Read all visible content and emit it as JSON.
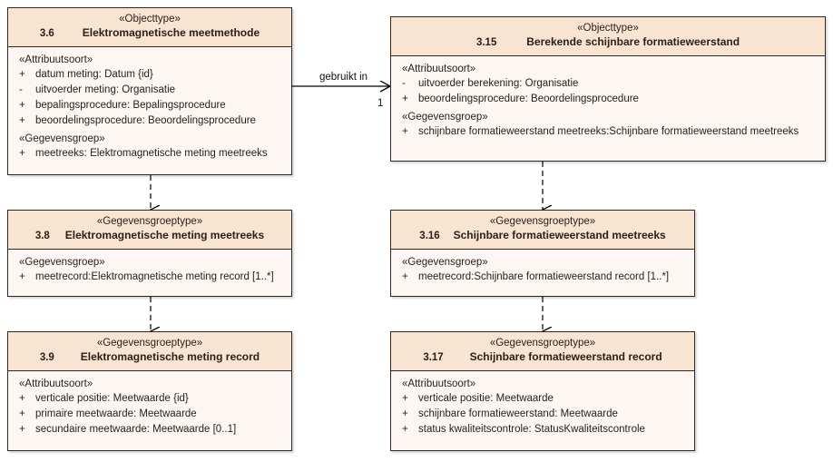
{
  "diagram": {
    "kind": "uml-class-diagram",
    "colors": {
      "header_fill": "#f9e3d1",
      "body_fill": "#fdf6f2",
      "border": "#33261c",
      "text": "#2b2119",
      "edge": "#000000"
    }
  },
  "classes": [
    {
      "id": "c36",
      "stereotype": "«Objecttype»",
      "number": "3.6",
      "name": "Elektromagnetische meetmethode",
      "compartments": [
        {
          "stereotype": "«Attribuutsoort»",
          "features": [
            {
              "visibility": "+",
              "text": "datum meting: Datum {id}"
            },
            {
              "visibility": "-",
              "text": "uitvoerder meting: Organisatie"
            },
            {
              "visibility": "+",
              "text": "bepalingsprocedure: Bepalingsprocedure"
            },
            {
              "visibility": "+",
              "text": "beoordelingsprocedure: Beoordelingsprocedure"
            }
          ]
        },
        {
          "stereotype": "«Gegevensgroep»",
          "features": [
            {
              "visibility": "+",
              "text": "meetreeks: Elektromagnetische meting meetreeks"
            }
          ]
        }
      ]
    },
    {
      "id": "c315",
      "stereotype": "«Objecttype»",
      "number": "3.15",
      "name": "Berekende schijnbare formatieweerstand",
      "compartments": [
        {
          "stereotype": "«Attribuutsoort»",
          "features": [
            {
              "visibility": "-",
              "text": "uitvoerder berekening: Organisatie"
            },
            {
              "visibility": "+",
              "text": "beoordelingsprocedure: Beoordelingsprocedure"
            }
          ]
        },
        {
          "stereotype": "«Gegevensgroep»",
          "features": [
            {
              "visibility": "+",
              "text": "schijnbare formatieweerstand meetreeks:Schijnbare formatieweerstand meetreeks"
            }
          ]
        }
      ]
    },
    {
      "id": "c38",
      "stereotype": "«Gegevensgroeptype»",
      "number": "3.8",
      "name": "Elektromagnetische meting meetreeks",
      "compartments": [
        {
          "stereotype": "«Gegevensgroep»",
          "features": [
            {
              "visibility": "+",
              "text": "meetrecord:Elektromagnetische meting record [1..*]"
            }
          ]
        }
      ]
    },
    {
      "id": "c316",
      "stereotype": "«Gegevensgroeptype»",
      "number": "3.16",
      "name": "Schijnbare formatieweerstand meetreeks",
      "compartments": [
        {
          "stereotype": "«Gegevensgroep»",
          "features": [
            {
              "visibility": "+",
              "text": "meetrecord:Schijnbare formatieweerstand record [1..*]"
            }
          ]
        }
      ]
    },
    {
      "id": "c39",
      "stereotype": "«Gegevensgroeptype»",
      "number": "3.9",
      "name": "Elektromagnetische meting record",
      "compartments": [
        {
          "stereotype": "«Attribuutsoort»",
          "features": [
            {
              "visibility": "+",
              "text": "verticale positie: Meetwaarde {id}"
            },
            {
              "visibility": "+",
              "text": "primaire meetwaarde: Meetwaarde"
            },
            {
              "visibility": "+",
              "text": "secundaire meetwaarde: Meetwaarde [0..1]"
            }
          ]
        }
      ]
    },
    {
      "id": "c317",
      "stereotype": "«Gegevensgroeptype»",
      "number": "3.17",
      "name": "Schijnbare formatieweerstand record",
      "compartments": [
        {
          "stereotype": "«Attribuutsoort»",
          "features": [
            {
              "visibility": "+",
              "text": "verticale positie: Meetwaarde"
            },
            {
              "visibility": "+",
              "text": "schijnbare formatieweerstand: Meetwaarde"
            },
            {
              "visibility": "+",
              "text": "status kwaliteitscontrole: StatusKwaliteitscontrole"
            }
          ]
        }
      ]
    }
  ],
  "edges": [
    {
      "id": "e-gebruikt-in",
      "type": "association",
      "from": "c36",
      "to": "c315",
      "label": "gebruikt in",
      "target_multiplicity": "1"
    },
    {
      "id": "e-36-38",
      "type": "dependency",
      "from": "c36",
      "to": "c38",
      "label": "",
      "target_multiplicity": ""
    },
    {
      "id": "e-38-39",
      "type": "dependency",
      "from": "c38",
      "to": "c39",
      "label": "",
      "target_multiplicity": ""
    },
    {
      "id": "e-315-316",
      "type": "dependency",
      "from": "c315",
      "to": "c316",
      "label": "",
      "target_multiplicity": ""
    },
    {
      "id": "e-316-317",
      "type": "dependency",
      "from": "c316",
      "to": "c317",
      "label": "",
      "target_multiplicity": ""
    }
  ]
}
